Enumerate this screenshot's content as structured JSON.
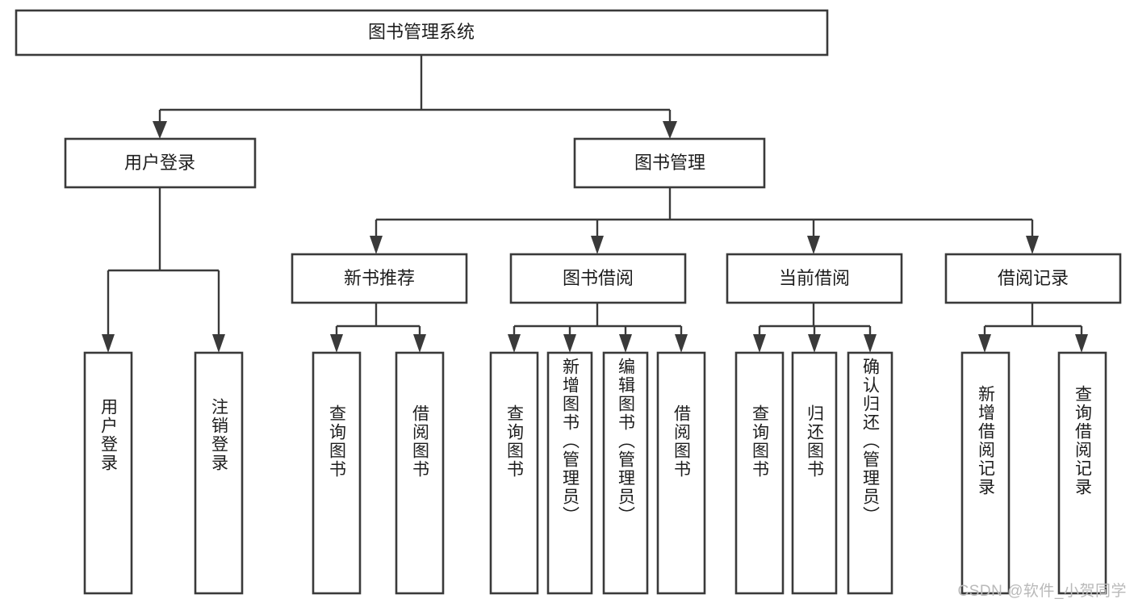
{
  "diagram": {
    "title": "图书管理系统",
    "type": "tree-hierarchy-diagram",
    "colors": {
      "stroke": "#3a3a3a",
      "fill": "#ffffff",
      "text": "#1d1d1d",
      "watermark": "#b9b9b9"
    },
    "root": {
      "label": "图书管理系统"
    },
    "level1": [
      {
        "label": "用户登录"
      },
      {
        "label": "图书管理"
      }
    ],
    "level2": [
      {
        "label": "新书推荐"
      },
      {
        "label": "图书借阅"
      },
      {
        "label": "当前借阅"
      },
      {
        "label": "借阅记录"
      }
    ],
    "leaves": {
      "user_login": [
        {
          "label": "用户登录"
        },
        {
          "label": "注销登录"
        }
      ],
      "new_book": [
        {
          "label": "查询图书"
        },
        {
          "label": "借阅图书"
        }
      ],
      "book_borrow": [
        {
          "label": "查询图书"
        },
        {
          "label": "新增图书（管理员）"
        },
        {
          "label": "编辑图书（管理员）"
        },
        {
          "label": "借阅图书"
        }
      ],
      "current_borrow": [
        {
          "label": "查询图书"
        },
        {
          "label": "归还图书"
        },
        {
          "label": "确认归还（管理员）"
        }
      ],
      "borrow_record": [
        {
          "label": "新增借阅记录"
        },
        {
          "label": "查询借阅记录"
        }
      ]
    }
  },
  "watermark": {
    "text": "CSDN @软件_小贺同学"
  }
}
